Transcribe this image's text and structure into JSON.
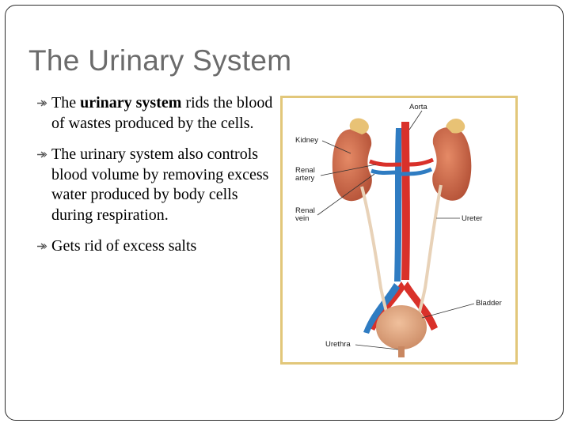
{
  "slide": {
    "title": "The Urinary System",
    "bullets": [
      {
        "prefix": "The ",
        "bold": "urinary system",
        "rest": " rids the blood of wastes produced by the cells."
      },
      {
        "prefix": "The urinary system also controls blood volume by removing excess water produced by body cells during respiration.",
        "bold": "",
        "rest": ""
      },
      {
        "prefix": "Gets rid of excess salts",
        "bold": "",
        "rest": ""
      }
    ]
  },
  "figure": {
    "labels": {
      "aorta": "Aorta",
      "kidney": "Kidney",
      "renal_artery_1": "Renal",
      "renal_artery_2": "artery",
      "renal_vein_1": "Renal",
      "renal_vein_2": "vein",
      "ureter": "Ureter",
      "bladder": "Bladder",
      "urethra": "Urethra"
    }
  }
}
